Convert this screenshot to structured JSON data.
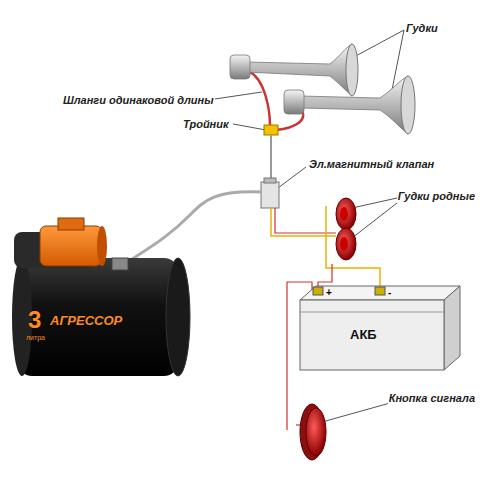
{
  "diagram": {
    "nodes": [
      {
        "text": [
          "3",
          "литра",
          "АГРЕССОР"
        ]
      },
      {
        "text": [
          "+",
          "-",
          "АКБ"
        ]
      }
    ],
    "labels": [
      "Гудки",
      "Шланги одинаковой длины",
      "Тройник",
      "Эл.магнитный клапан",
      "Гудки родные",
      "Кнопка сигнала"
    ]
  }
}
